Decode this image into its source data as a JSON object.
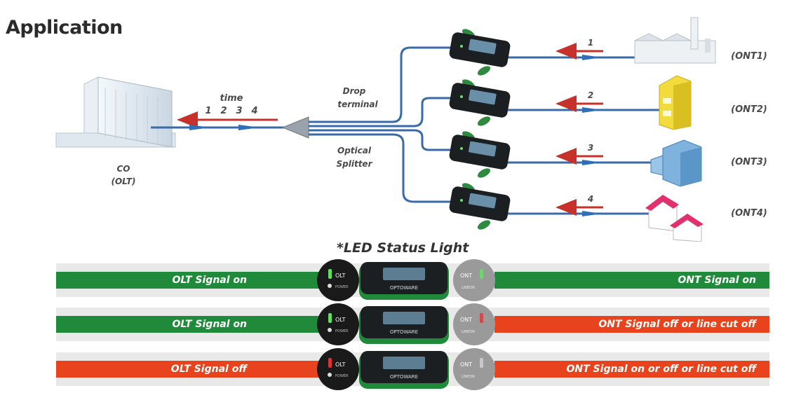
{
  "title": "Application",
  "diagram": {
    "co_label_1": "CO",
    "co_label_2": "(OLT)",
    "time_label": "time",
    "time_ticks": [
      "1",
      "2",
      "3",
      "4"
    ],
    "drop_label_1": "Drop",
    "drop_label_2": "terminal",
    "splitter_label_1": "Optical",
    "splitter_label_2": "Splitter",
    "branches": [
      {
        "num": "1",
        "ont": "(ONT1)",
        "building": "factory"
      },
      {
        "num": "2",
        "ont": "(ONT2)",
        "building": "yellow-building"
      },
      {
        "num": "3",
        "ont": "(ONT3)",
        "building": "blue-office"
      },
      {
        "num": "4",
        "ont": "(ONT4)",
        "building": "pink-houses"
      }
    ],
    "device_brand": "OPTOWARE"
  },
  "led": {
    "title": "*LED Status Light",
    "rows": [
      {
        "left": "OLT Signal on",
        "right": "ONT Signal on",
        "left_color": "#1f8a3a",
        "right_color": "#1f8a3a",
        "left_led": "#5ee05e",
        "right_led": "#6ed46e"
      },
      {
        "left": "OLT Signal on",
        "right": "ONT Signal off or line cut off",
        "left_color": "#1f8a3a",
        "right_color": "#e8431c",
        "left_led": "#5ee05e",
        "right_led": "#d24a4a"
      },
      {
        "left": "OLT Signal off",
        "right": "ONT Signal on or off or line cut off",
        "left_color": "#e8431c",
        "right_color": "#e8431c",
        "left_led": "#e03030",
        "right_led": "#c8c8c8"
      }
    ],
    "led_labels": {
      "olt": "OLT",
      "power": "POWER",
      "ont": "ONT",
      "ont_sub": "LINEON"
    }
  },
  "colors": {
    "fiber": "#3a6aa8",
    "arrow_up": "#c8302a",
    "arrow_down": "#2f6fb8",
    "green": "#1f8a3a",
    "red": "#e8431c"
  }
}
